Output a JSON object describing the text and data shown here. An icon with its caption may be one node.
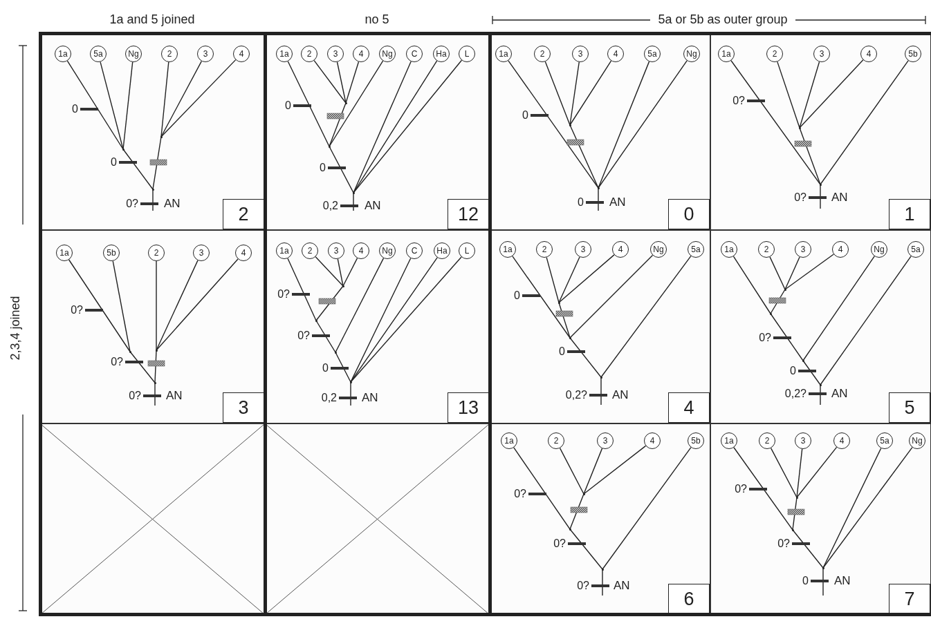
{
  "diagram": {
    "nodes": [
      {
        "text": [
          "2"
        ]
      },
      {
        "text": [
          "1a"
        ],
        "in": 0
      },
      {
        "text": [
          "5a"
        ],
        "in": 0
      },
      {
        "text": [
          "Ng"
        ],
        "in": 0
      },
      {
        "text": [
          "2"
        ],
        "in": 0
      },
      {
        "text": [
          "3"
        ],
        "in": 0
      },
      {
        "text": [
          "4"
        ],
        "in": 0
      },
      {
        "text": [],
        "shape": "point",
        "in": 0
      },
      {
        "text": [],
        "shape": "point",
        "in": 0
      },
      {
        "text": [],
        "shape": "point",
        "in": 0
      },
      {
        "text": [
          "12"
        ]
      },
      {
        "text": [
          "1a"
        ],
        "in": 10
      },
      {
        "text": [
          "2"
        ],
        "in": 10
      },
      {
        "text": [
          "3"
        ],
        "in": 10
      },
      {
        "text": [
          "4"
        ],
        "in": 10
      },
      {
        "text": [
          "Ng"
        ],
        "in": 10
      },
      {
        "text": [
          "C"
        ],
        "in": 10
      },
      {
        "text": [
          "Ha"
        ],
        "in": 10
      },
      {
        "text": [
          "L"
        ],
        "in": 10
      },
      {
        "text": [],
        "shape": "point",
        "in": 10
      },
      {
        "text": [],
        "shape": "point",
        "in": 10
      },
      {
        "text": [],
        "shape": "point",
        "in": 10
      },
      {
        "text": [
          "0"
        ]
      },
      {
        "text": [
          "1a"
        ],
        "in": 22
      },
      {
        "text": [
          "2"
        ],
        "in": 22
      },
      {
        "text": [
          "3"
        ],
        "in": 22
      },
      {
        "text": [
          "4"
        ],
        "in": 22
      },
      {
        "text": [
          "5a"
        ],
        "in": 22
      },
      {
        "text": [
          "Ng"
        ],
        "in": 22
      },
      {
        "text": [],
        "shape": "point",
        "in": 22
      },
      {
        "text": [],
        "shape": "point",
        "in": 22
      },
      {
        "text": [
          "1"
        ]
      },
      {
        "text": [
          "1a"
        ],
        "in": 31
      },
      {
        "text": [
          "2"
        ],
        "in": 31
      },
      {
        "text": [
          "3"
        ],
        "in": 31
      },
      {
        "text": [
          "4"
        ],
        "in": 31
      },
      {
        "text": [
          "5b"
        ],
        "in": 31
      },
      {
        "text": [],
        "shape": "point",
        "in": 31
      },
      {
        "text": [],
        "shape": "point",
        "in": 31
      },
      {
        "text": [
          "3"
        ]
      },
      {
        "text": [
          "1a"
        ],
        "in": 39
      },
      {
        "text": [
          "5b"
        ],
        "in": 39
      },
      {
        "text": [
          "2"
        ],
        "in": 39
      },
      {
        "text": [
          "3"
        ],
        "in": 39
      },
      {
        "text": [
          "4"
        ],
        "in": 39
      },
      {
        "text": [],
        "shape": "point",
        "in": 39
      },
      {
        "text": [],
        "shape": "point",
        "in": 39
      },
      {
        "text": [],
        "shape": "point",
        "in": 39
      },
      {
        "text": [
          "13"
        ]
      },
      {
        "text": [
          "1a"
        ],
        "in": 48
      },
      {
        "text": [
          "2"
        ],
        "in": 48
      },
      {
        "text": [
          "3"
        ],
        "in": 48
      },
      {
        "text": [
          "4"
        ],
        "in": 48
      },
      {
        "text": [
          "Ng"
        ],
        "in": 48
      },
      {
        "text": [
          "C"
        ],
        "in": 48
      },
      {
        "text": [
          "Ha"
        ],
        "in": 48
      },
      {
        "text": [
          "L"
        ],
        "in": 48
      },
      {
        "text": [],
        "shape": "point",
        "in": 48
      },
      {
        "text": [],
        "shape": "point",
        "in": 48
      },
      {
        "text": [],
        "shape": "point",
        "in": 48
      },
      {
        "text": [],
        "shape": "point",
        "in": 48
      },
      {
        "text": [
          "4"
        ]
      },
      {
        "text": [
          "1a"
        ],
        "in": 61
      },
      {
        "text": [
          "2"
        ],
        "in": 61
      },
      {
        "text": [
          "3"
        ],
        "in": 61
      },
      {
        "text": [
          "4"
        ],
        "in": 61
      },
      {
        "text": [
          "Ng"
        ],
        "in": 61
      },
      {
        "text": [
          "5a"
        ],
        "in": 61
      },
      {
        "text": [],
        "shape": "point",
        "in": 61
      },
      {
        "text": [],
        "shape": "point",
        "in": 61
      },
      {
        "text": [],
        "shape": "point",
        "in": 61
      },
      {
        "text": [
          "5"
        ]
      },
      {
        "text": [
          "1a"
        ],
        "in": 71
      },
      {
        "text": [
          "2"
        ],
        "in": 71
      },
      {
        "text": [
          "3"
        ],
        "in": 71
      },
      {
        "text": [
          "4"
        ],
        "in": 71
      },
      {
        "text": [
          "Ng"
        ],
        "in": 71
      },
      {
        "text": [
          "5a"
        ],
        "in": 71
      },
      {
        "text": [],
        "shape": "point",
        "in": 71
      },
      {
        "text": [],
        "shape": "point",
        "in": 71
      },
      {
        "text": [],
        "shape": "point",
        "in": 71
      },
      {
        "text": [],
        "shape": "point",
        "in": 71
      },
      {
        "text": [],
        "shape": "box"
      },
      {
        "text": [],
        "shape": "box"
      },
      {
        "text": [
          "6"
        ]
      },
      {
        "text": [
          "1a"
        ],
        "in": 84
      },
      {
        "text": [
          "2"
        ],
        "in": 84
      },
      {
        "text": [
          "3"
        ],
        "in": 84
      },
      {
        "text": [
          "4"
        ],
        "in": 84
      },
      {
        "text": [
          "5b"
        ],
        "in": 84
      },
      {
        "text": [],
        "shape": "point",
        "in": 84
      },
      {
        "text": [],
        "shape": "point",
        "in": 84
      },
      {
        "text": [],
        "shape": "point",
        "in": 84
      },
      {
        "text": [
          "7"
        ]
      },
      {
        "text": [
          "1a"
        ],
        "in": 93
      },
      {
        "text": [
          "2"
        ],
        "in": 93
      },
      {
        "text": [
          "3"
        ],
        "in": 93
      },
      {
        "text": [
          "4"
        ],
        "in": 93
      },
      {
        "text": [
          "5a"
        ],
        "in": 93
      },
      {
        "text": [
          "Ng"
        ],
        "in": 93
      },
      {
        "text": [],
        "shape": "point",
        "in": 93
      },
      {
        "text": [],
        "shape": "point",
        "in": 93
      },
      {
        "text": [],
        "shape": "point",
        "in": 93
      }
    ],
    "edges": [
      {
        "from": 1,
        "to": 8,
        "arrow": "none"
      },
      {
        "from": 2,
        "to": 8,
        "arrow": "none"
      },
      {
        "from": 3,
        "to": 8,
        "arrow": "none"
      },
      {
        "from": 4,
        "to": 7,
        "arrow": "none"
      },
      {
        "from": 5,
        "to": 7,
        "arrow": "none"
      },
      {
        "from": 6,
        "to": 7,
        "arrow": "none"
      },
      {
        "from": 8,
        "to": 9,
        "arrow": "none"
      },
      {
        "from": 7,
        "to": 9,
        "arrow": "none"
      },
      {
        "from": 9,
        "to": null,
        "arrow": "none"
      },
      {
        "from": 11,
        "to": 20,
        "arrow": "none"
      },
      {
        "from": 12,
        "to": 19,
        "arrow": "none"
      },
      {
        "from": 13,
        "to": 19,
        "arrow": "none"
      },
      {
        "from": 14,
        "to": 19,
        "arrow": "none"
      },
      {
        "from": 15,
        "to": 20,
        "arrow": "none"
      },
      {
        "from": 16,
        "to": 21,
        "arrow": "none"
      },
      {
        "from": 17,
        "to": 21,
        "arrow": "none"
      },
      {
        "from": 18,
        "to": 21,
        "arrow": "none"
      },
      {
        "from": 19,
        "to": 20,
        "arrow": "none"
      },
      {
        "from": 20,
        "to": 21,
        "arrow": "none"
      },
      {
        "from": 21,
        "to": null,
        "arrow": "none"
      },
      {
        "from": 23,
        "to": 30,
        "arrow": "none"
      },
      {
        "from": 24,
        "to": 29,
        "arrow": "none"
      },
      {
        "from": 25,
        "to": 29,
        "arrow": "none"
      },
      {
        "from": 26,
        "to": 29,
        "arrow": "none"
      },
      {
        "from": 27,
        "to": 30,
        "arrow": "none"
      },
      {
        "from": 28,
        "to": 30,
        "arrow": "none"
      },
      {
        "from": 29,
        "to": 30,
        "arrow": "none"
      },
      {
        "from": 30,
        "to": null,
        "arrow": "none"
      },
      {
        "from": 32,
        "to": 38,
        "arrow": "none"
      },
      {
        "from": 33,
        "to": 37,
        "arrow": "none"
      },
      {
        "from": 34,
        "to": 37,
        "arrow": "none"
      },
      {
        "from": 35,
        "to": 37,
        "arrow": "none"
      },
      {
        "from": 36,
        "to": 38,
        "arrow": "none"
      },
      {
        "from": 37,
        "to": 38,
        "arrow": "none"
      },
      {
        "from": 38,
        "to": null,
        "arrow": "none"
      },
      {
        "from": 40,
        "to": 46,
        "arrow": "none"
      },
      {
        "from": 41,
        "to": 46,
        "arrow": "none"
      },
      {
        "from": 42,
        "to": 45,
        "arrow": "none"
      },
      {
        "from": 43,
        "to": 45,
        "arrow": "none"
      },
      {
        "from": 44,
        "to": 45,
        "arrow": "none"
      },
      {
        "from": 46,
        "to": 47,
        "arrow": "none"
      },
      {
        "from": 45,
        "to": 47,
        "arrow": "none"
      },
      {
        "from": 47,
        "to": null,
        "arrow": "none"
      },
      {
        "from": 49,
        "to": 58,
        "arrow": "none"
      },
      {
        "from": 50,
        "to": 57,
        "arrow": "none"
      },
      {
        "from": 51,
        "to": 57,
        "arrow": "none"
      },
      {
        "from": 52,
        "to": 57,
        "arrow": "none"
      },
      {
        "from": 53,
        "to": 59,
        "arrow": "none"
      },
      {
        "from": 54,
        "to": 60,
        "arrow": "none"
      },
      {
        "from": 55,
        "to": 60,
        "arrow": "none"
      },
      {
        "from": 56,
        "to": 60,
        "arrow": "none"
      },
      {
        "from": 57,
        "to": 58,
        "arrow": "none"
      },
      {
        "from": 58,
        "to": 59,
        "arrow": "none"
      },
      {
        "from": 59,
        "to": 60,
        "arrow": "none"
      },
      {
        "from": 60,
        "to": null,
        "arrow": "none"
      },
      {
        "from": 62,
        "to": 69,
        "arrow": "none"
      },
      {
        "from": 63,
        "to": 68,
        "arrow": "none"
      },
      {
        "from": 64,
        "to": 68,
        "arrow": "none"
      },
      {
        "from": 65,
        "to": 68,
        "arrow": "none"
      },
      {
        "from": 66,
        "to": 69,
        "arrow": "none"
      },
      {
        "from": 67,
        "to": 70,
        "arrow": "none"
      },
      {
        "from": 68,
        "to": 69,
        "arrow": "none"
      },
      {
        "from": 69,
        "to": 70,
        "arrow": "none"
      },
      {
        "from": 70,
        "to": null,
        "arrow": "none"
      },
      {
        "from": 72,
        "to": 79,
        "arrow": "none"
      },
      {
        "from": 73,
        "to": 78,
        "arrow": "none"
      },
      {
        "from": 74,
        "to": 78,
        "arrow": "none"
      },
      {
        "from": 75,
        "to": 78,
        "arrow": "none"
      },
      {
        "from": 76,
        "to": 80,
        "arrow": "none"
      },
      {
        "from": 77,
        "to": 81,
        "arrow": "none"
      },
      {
        "from": 78,
        "to": 79,
        "arrow": "none"
      },
      {
        "from": 79,
        "to": 80,
        "arrow": "none"
      },
      {
        "from": 80,
        "to": 81,
        "arrow": "none"
      },
      {
        "from": 81,
        "to": null,
        "arrow": "none"
      },
      {
        "from": 85,
        "to": 91,
        "arrow": "none"
      },
      {
        "from": 86,
        "to": 90,
        "arrow": "none"
      },
      {
        "from": 87,
        "to": 90,
        "arrow": "none"
      },
      {
        "from": 88,
        "to": 90,
        "arrow": "none"
      },
      {
        "from": 89,
        "to": 92,
        "arrow": "none"
      },
      {
        "from": 90,
        "to": 91,
        "arrow": "none"
      },
      {
        "from": 91,
        "to": 92,
        "arrow": "none"
      },
      {
        "from": 92,
        "to": null,
        "arrow": "none"
      },
      {
        "from": 94,
        "to": 101,
        "arrow": "none"
      },
      {
        "from": 95,
        "to": 100,
        "arrow": "none"
      },
      {
        "from": 96,
        "to": 100,
        "arrow": "none"
      },
      {
        "from": 97,
        "to": 100,
        "arrow": "none"
      },
      {
        "from": 98,
        "to": 102,
        "arrow": "none"
      },
      {
        "from": 99,
        "to": 102,
        "arrow": "none"
      },
      {
        "from": 100,
        "to": 101,
        "arrow": "none"
      },
      {
        "from": 101,
        "to": 102,
        "arrow": "none"
      },
      {
        "from": 102,
        "to": null,
        "arrow": "none"
      }
    ],
    "labels": [
      "1a and 5 joined",
      "no 5",
      "5a or 5b as outer group",
      "2,3,4 joined",
      "0",
      "0",
      "0?",
      "AN",
      "0",
      "0",
      "0,2",
      "AN",
      "0",
      "0",
      "AN",
      "0?",
      "0?",
      "AN",
      "0?",
      "0?",
      "0?",
      "AN",
      "0?",
      "0?",
      "0",
      "0,2",
      "AN",
      "0",
      "0",
      "0,2?",
      "AN",
      "0?",
      "0",
      "0,2?",
      "AN",
      "0?",
      "0?",
      "0?",
      "AN",
      "0?",
      "0?",
      "0",
      "AN"
    ]
  }
}
